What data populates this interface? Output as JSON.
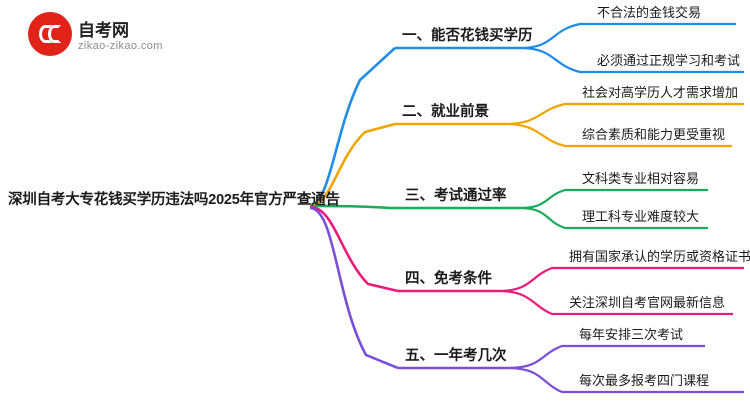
{
  "logo": {
    "title": "自考网",
    "subtitle": "zikao-zikao.com",
    "mark_color": "#e2231a"
  },
  "central": {
    "text": "深圳自考大专花钱买学历违法吗2025年官方严查通告"
  },
  "branches": [
    {
      "label": "一、能否花钱买学历",
      "color": "#1f8ce8",
      "children": [
        "不合法的金钱交易",
        "必须通过正规学习和考试"
      ]
    },
    {
      "label": "二、就业前景",
      "color": "#f0a500",
      "children": [
        "社会对高学历人才需求增加",
        "综合素质和能力更受重视"
      ]
    },
    {
      "label": "三、考试通过率",
      "color": "#1aab5b",
      "children": [
        "文科类专业相对容易",
        "理工科专业难度较大"
      ]
    },
    {
      "label": "四、免考条件",
      "color": "#ec1b7b",
      "children": [
        "拥有国家承认的学历或资格证书",
        "关注深圳自考官网最新信息"
      ]
    },
    {
      "label": "五、一年考几次",
      "color": "#7b4ddb",
      "children": [
        "每年安排三次考试",
        "每次最多报考四门课程"
      ]
    }
  ]
}
